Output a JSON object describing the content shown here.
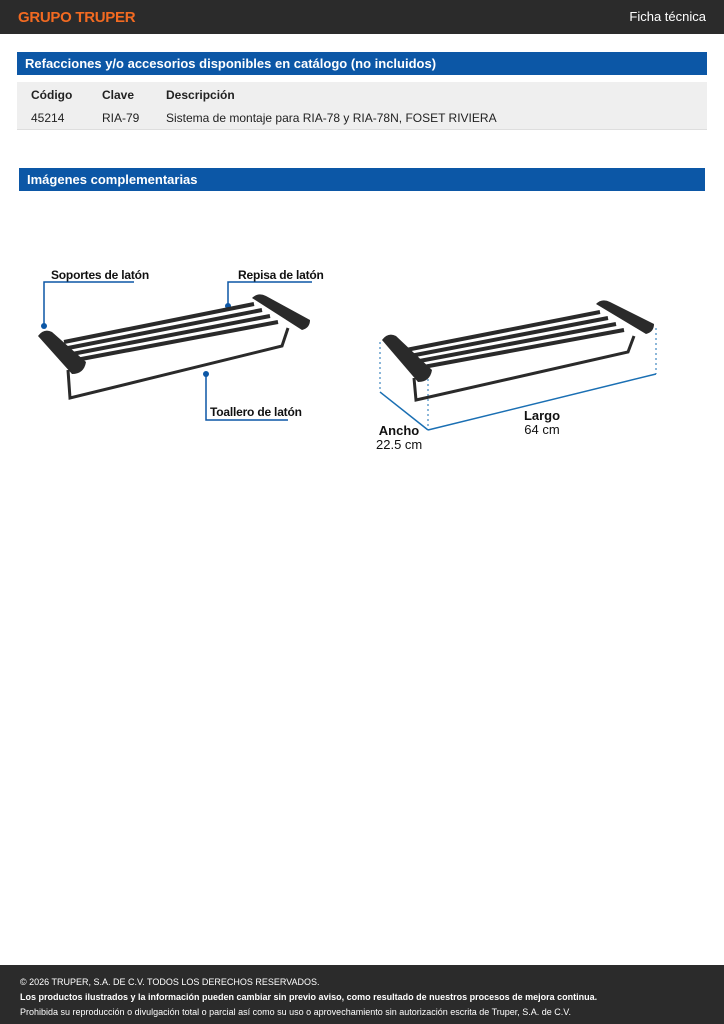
{
  "header": {
    "brand": "GRUPO TRUPER",
    "document_title": "Ficha técnica",
    "brand_color": "#f26a21",
    "background_color": "#2b2b2b"
  },
  "accessories": {
    "title": "Refacciones y/o accesorios disponibles en catálogo (no incluidos)",
    "columns": [
      "Código",
      "Clave",
      "Descripción"
    ],
    "rows": [
      [
        "45214",
        "RIA-79",
        "Sistema de montaje para RIA-78 y RIA-78N, FOSET RIVIERA"
      ]
    ],
    "accent_color": "#0c57a6"
  },
  "images": {
    "title": "Imágenes complementarias",
    "figure1": {
      "callout_supports": "Soportes de latón",
      "callout_shelf": "Repisa de latón",
      "callout_towel_bar": "Toallero de latón"
    },
    "figure2": {
      "width_label": "Ancho",
      "width_value": "22.5 cm",
      "length_label": "Largo",
      "length_value": "64 cm"
    }
  },
  "footer": {
    "copyright": "© 2026 TRUPER, S.A. DE C.V. TODOS LOS DERECHOS RESERVADOS.",
    "notice": "Los productos ilustrados y la información pueden cambiar sin previo aviso, como resultado de nuestros procesos de mejora continua.",
    "legal": "Prohibida su reproducción o divulgación total o parcial así como su uso o aprovechamiento sin autorización escrita de Truper, S.A. de C.V."
  }
}
